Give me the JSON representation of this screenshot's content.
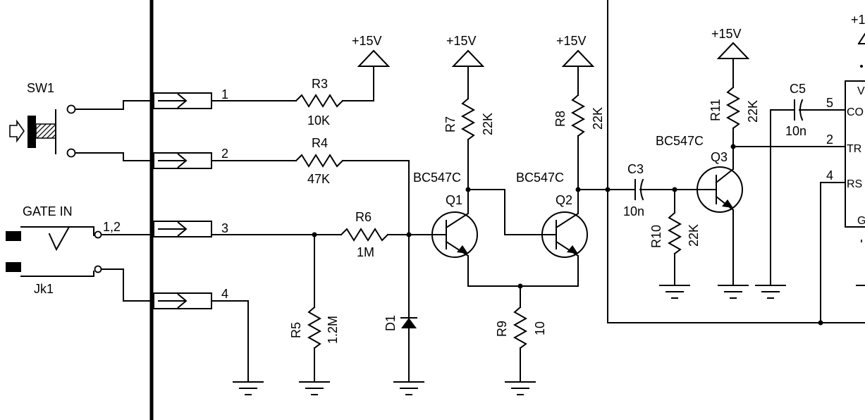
{
  "labels": {
    "sw1": "SW1",
    "gate_in": "GATE IN",
    "jk1": "Jk1",
    "jack_pins": "1,2",
    "pin1": "1",
    "pin2": "2",
    "pin3": "3",
    "pin4": "4",
    "r3": "R3",
    "r3_val": "10K",
    "r4": "R4",
    "r4_val": "47K",
    "r6": "R6",
    "r6_val": "1M",
    "r5": "R5",
    "r5_val": "1.2M",
    "d1": "D1",
    "r7": "R7",
    "r7_val": "22K",
    "r8": "R8",
    "r8_val": "22K",
    "r9": "R9",
    "r9_val": "10",
    "r10": "R10",
    "r10_val": "22K",
    "r11": "R11",
    "r11_val": "22K",
    "c3": "C3",
    "c3_val": "10n",
    "c5": "C5",
    "c5_val": "10n",
    "q1": "Q1",
    "q1_type": "BC547C",
    "q2": "Q2",
    "q2_type": "BC547C",
    "q3": "Q3",
    "q3_type": "BC547C",
    "vcc": "+15V",
    "vcc_partial": "+1",
    "ic_pin5": "5",
    "ic_pin2": "2",
    "ic_pin4": "4",
    "ic_v": "V",
    "ic_con": "CO",
    "ic_tr": "TR",
    "ic_rs": "RS",
    "ic_g": "G"
  }
}
